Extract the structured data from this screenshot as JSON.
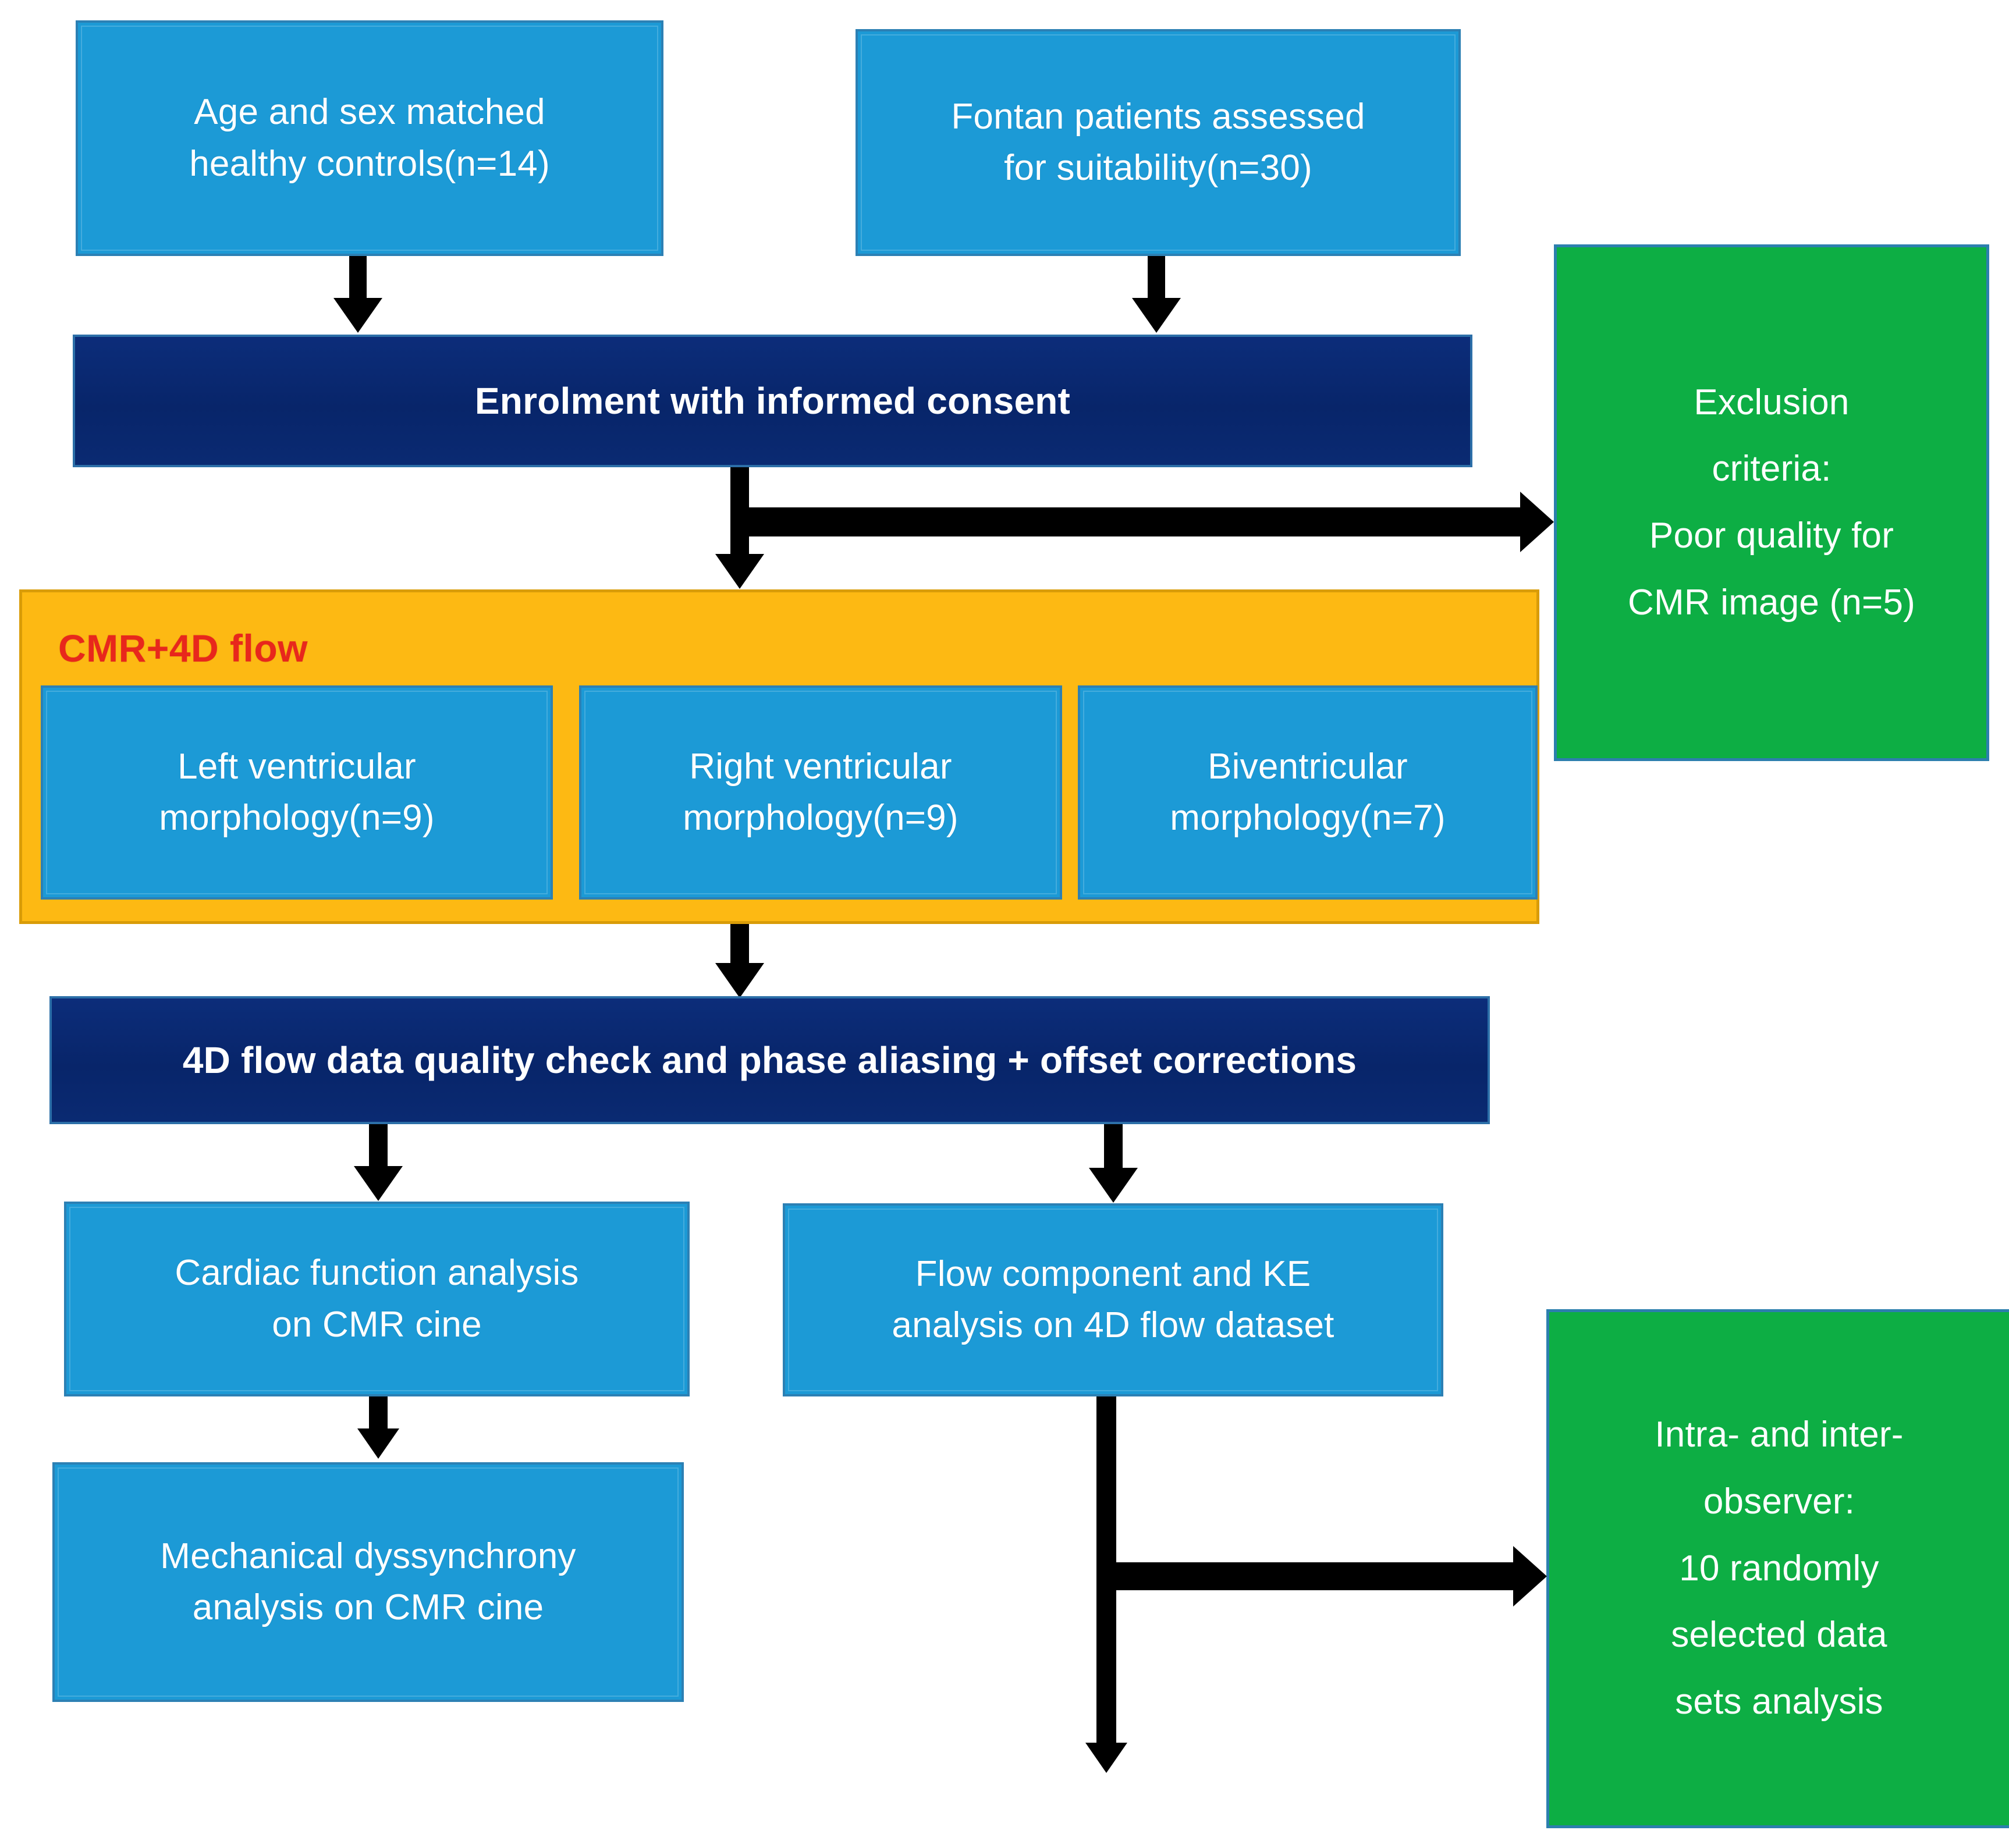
{
  "diagram": {
    "title": "Study flow chart: Fontan patients and healthy controls CMR + 4D flow analysis",
    "colors": {
      "blue_box": "#1C9AD6",
      "blue_border": "#2C80B4",
      "navy_box": "#0A2A72",
      "navy_border": "#2C6FA8",
      "green_box": "#0DAE44",
      "green_border": "#2C7FAE",
      "orange_container": "#FDB913",
      "orange_border": "#D99C08",
      "orange_label_text": "#E8271C",
      "arrow": "#000000",
      "box_text": "#FFFFFF",
      "background": "#FFFFFF"
    },
    "nodes": {
      "controls": {
        "line1": "Age and sex matched",
        "line2": "healthy controls(n=14)",
        "type": "blue"
      },
      "fontan": {
        "line1": "Fontan patients assessed",
        "line2": "for suitability(n=30)",
        "type": "blue"
      },
      "enrolment": {
        "label": "Enrolment with informed consent",
        "type": "navy"
      },
      "exclusion": {
        "line1": "Exclusion",
        "line2": "criteria:",
        "line3": "Poor quality for",
        "line4": "CMR image (n=5)",
        "type": "green"
      },
      "cmr_group": {
        "label": "CMR+4D flow",
        "type": "orange-container"
      },
      "left_ventricular": {
        "line1": "Left ventricular",
        "line2": "morphology(n=9)",
        "type": "blue"
      },
      "right_ventricular": {
        "line1": "Right ventricular",
        "line2": "morphology(n=9)",
        "type": "blue"
      },
      "biventricular": {
        "line1": "Biventricular",
        "line2": "morphology(n=7)",
        "type": "blue"
      },
      "quality_check": {
        "label": "4D flow data quality check and phase aliasing + offset corrections",
        "type": "navy"
      },
      "cardiac_function": {
        "line1": "Cardiac function analysis",
        "line2": "on CMR cine",
        "type": "blue"
      },
      "mechanical_dyssynchrony": {
        "line1": "Mechanical dyssynchrony",
        "line2": "analysis on CMR cine",
        "type": "blue"
      },
      "flow_component": {
        "line1": "Flow component and KE",
        "line2": "analysis on 4D flow dataset",
        "type": "blue"
      },
      "observer": {
        "line1": "Intra- and inter-",
        "line2": "observer:",
        "line3": "10 randomly",
        "line4": "selected data",
        "line5": "sets analysis",
        "type": "green"
      }
    },
    "edges": [
      {
        "name": "controls-to-enrolment",
        "from": "controls",
        "to": "enrolment",
        "direction": "down"
      },
      {
        "name": "fontan-to-enrolment",
        "from": "fontan",
        "to": "enrolment",
        "direction": "down"
      },
      {
        "name": "enrolment-to-cmr",
        "from": "enrolment",
        "to": "cmr_group",
        "direction": "down"
      },
      {
        "name": "enrolment-to-exclusion",
        "from": "enrolment",
        "to": "exclusion",
        "direction": "right"
      },
      {
        "name": "cmr-to-quality-check",
        "from": "cmr_group",
        "to": "quality_check",
        "direction": "down"
      },
      {
        "name": "quality-to-cardiac",
        "from": "quality_check",
        "to": "cardiac_function",
        "direction": "down"
      },
      {
        "name": "quality-to-flow",
        "from": "quality_check",
        "to": "flow_component",
        "direction": "down"
      },
      {
        "name": "cardiac-to-dyssynchrony",
        "from": "cardiac_function",
        "to": "mechanical_dyssynchrony",
        "direction": "down"
      },
      {
        "name": "flow-to-observer",
        "from": "flow_component",
        "to": "observer",
        "direction": "right"
      },
      {
        "name": "flow-continues-down",
        "from": "flow_component",
        "to": null,
        "direction": "down"
      }
    ]
  }
}
